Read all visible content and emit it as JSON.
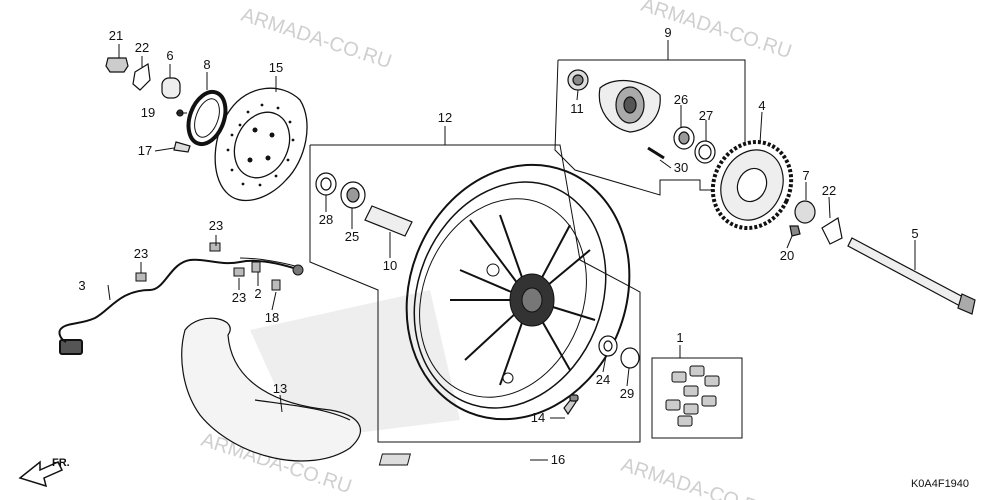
{
  "watermark": "ARMADA-CO.RU",
  "diagram_code": "K0A4F1940",
  "front_marker": "FR.",
  "callouts": [
    "1",
    "2",
    "3",
    "4",
    "5",
    "6",
    "7",
    "8",
    "9",
    "10",
    "11",
    "12",
    "13",
    "14",
    "15",
    "16",
    "17",
    "18",
    "19",
    "20",
    "21",
    "22",
    "23",
    "24",
    "25",
    "26",
    "27",
    "28",
    "29",
    "30"
  ],
  "colors": {
    "ink": "#111111",
    "watermark": "#cfcfcf",
    "background": "#ffffff",
    "ghost": "#e2e2e2"
  }
}
